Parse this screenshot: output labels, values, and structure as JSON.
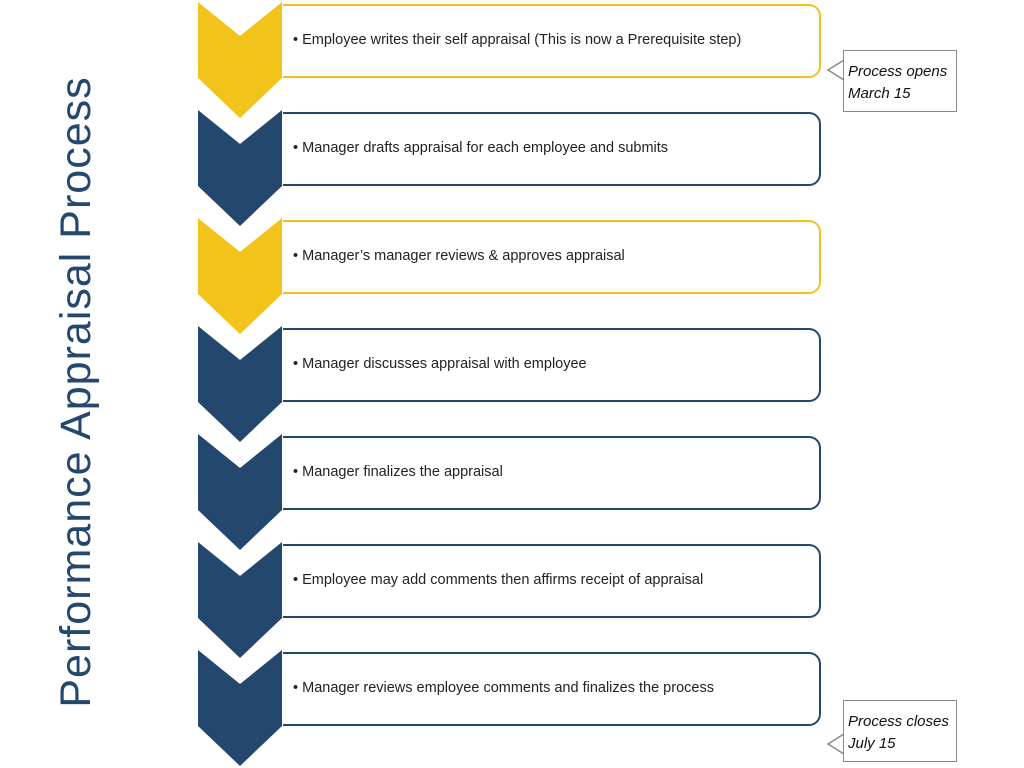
{
  "title": "Performance Appraisal Process",
  "colors": {
    "navy": "#24476e",
    "gold": "#f2c31a",
    "text": "#222222"
  },
  "steps": [
    {
      "text": "Employee writes their self appraisal  (This is now a Prerequisite step)",
      "color": "gold"
    },
    {
      "text": "Manager drafts appraisal for each employee and submits",
      "color": "navy"
    },
    {
      "text": "Manager’s manager reviews & approves appraisal",
      "color": "gold"
    },
    {
      "text": "Manager discusses appraisal with employee",
      "color": "navy"
    },
    {
      "text": "Manager finalizes the appraisal",
      "color": "navy"
    },
    {
      "text": "Employee may add comments then affirms receipt of appraisal",
      "color": "navy"
    },
    {
      "text": "Manager reviews employee comments and finalizes the process",
      "color": "navy"
    }
  ],
  "callouts": {
    "open": "Process opens\nMarch 15",
    "close": "Process closes\nJuly 15"
  }
}
